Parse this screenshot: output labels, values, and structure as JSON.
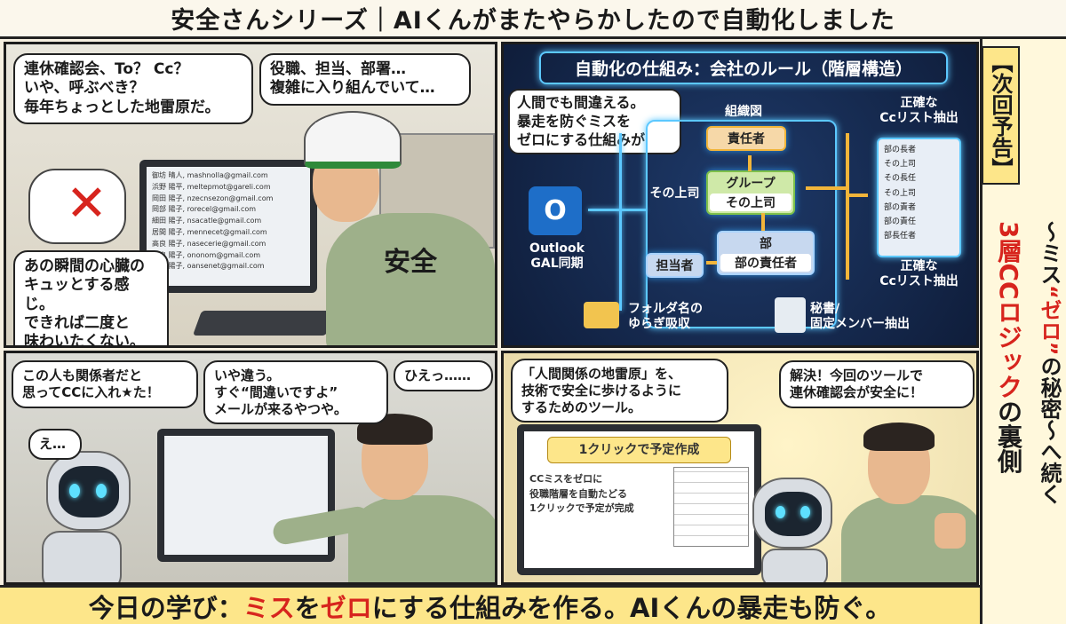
{
  "title": "安全さんシリーズ｜AIくんがまたやらかしたので自動化しました",
  "panel1": {
    "bubble_left": "連休確認会、To？ Cc？\nいや、呼ぶべき？\n毎年ちょっとした地雷原だ。",
    "bubble_right": "役職、担当、部署…\n複雑に入り組んでいて…",
    "bubble_bottom": "あの瞬間の心臓の\nキュッとする感じ。\nできれば二度と\n味わいたくない。",
    "badge": "安全",
    "email_rows": [
      "御坊 晴人, mashnolla@gmail.com",
      "浜野 陽平, meltepmot@gareli.com",
      "岡田 陽子, nzecnsezon@gmail.com",
      "岡部 陽子, rorecel@gmail.com",
      "細田 陽子, nsacatle@gmail.com",
      "居間 陽子, mennecet@gmail.com",
      "高良 陽子, nasecerie@gmail.com",
      "段良 陽子, ononom@gmail.com",
      "段冨 陽子, oansenet@gmail.com"
    ]
  },
  "diagram": {
    "title": "自動化の仕組み：会社のルール（階層構造）",
    "note": "人間でも間違える。\n暴走を防ぐミスを\nゼロにする仕組みが",
    "org_label": "組織図",
    "box_manager": "責任者",
    "box_group": "グループ",
    "box_group_boss": "その上司",
    "label_boss": "その上司",
    "box_dept": "部",
    "box_dept_manager": "部の責任者",
    "box_staff": "担当者",
    "outlook_label": "Outlook\nGAL同期",
    "folder_label": "フォルダ名の\nゆらぎ吸収",
    "secretary_label": "秘書/\n固定メンバー抽出",
    "cc_top": "正確な\nCcリスト抽出",
    "cc_bottom": "正確な\nCcリスト抽出",
    "cc_items": [
      "部の長者",
      "その上司",
      "その長任",
      "その上司",
      "部の責者",
      "部の責任",
      "部長任者"
    ]
  },
  "panel3": {
    "bubble_a": "この人も関係者だと\n思ってCCに入れ★た！",
    "bubble_b": "いや違う。\nすぐ“間違いですよ”\nメールが来るやつや。",
    "bubble_c": "ひえっ……",
    "bubble_d": "え…"
  },
  "panel4": {
    "bubble_a": "「人間関係の地雷原」を、\n技術で安全に歩けるように\nするためのツール。",
    "bubble_b": "解決！今回のツールで\n連休確認会が安全に！",
    "tool_title": "1クリックで予定作成",
    "tool_text": "CCミスをゼロに\n役職階層を自動たどる\n1クリックで予定が完成"
  },
  "bottom": {
    "pre": "今日の学び：",
    "w1": "ミス",
    "mid1": "を",
    "w2": "ゼロ",
    "post": "にする仕組みを作る。AIくんの暴走も防ぐ。"
  },
  "side": {
    "label": "【次回予告】",
    "headline_red": "3層CCロジック",
    "headline_rest": "の裏側",
    "sub_pre": "〜ミス",
    "sub_red": "“ゼロ”",
    "sub_post": "の秘密〜へ続く"
  },
  "colors": {
    "accent_red": "#d7241d",
    "diagram_bg": "#15264a",
    "glow": "#5cc8ff",
    "orange": "#f2b53a",
    "yellow": "#fde68a"
  }
}
